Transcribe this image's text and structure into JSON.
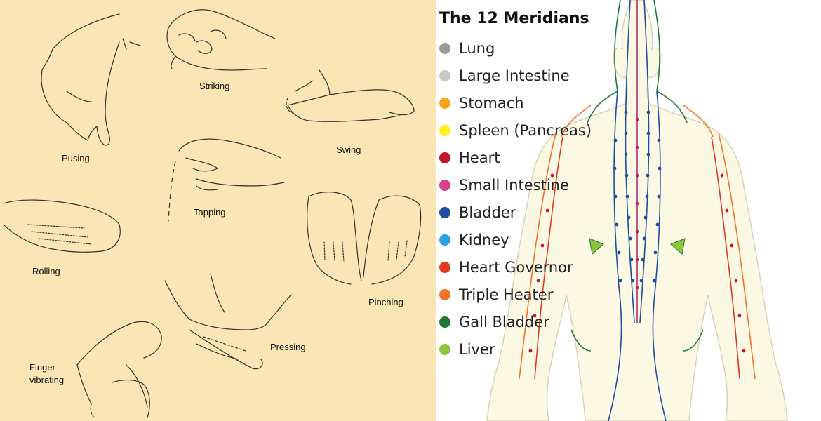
{
  "techniques": {
    "labels": {
      "pusing": "Pusing",
      "striking": "Striking",
      "swing": "Swing",
      "tapping": "Tapping",
      "rolling": "Rolling",
      "pinching": "Pinching",
      "pressing": "Pressing",
      "finger_vibrating_1": "Finger-",
      "finger_vibrating_2": "vibrating"
    },
    "background": "#fae6b4"
  },
  "meridians": {
    "title": "The 12 Meridians",
    "items": [
      {
        "label": "Lung",
        "color": "#9a9a9a"
      },
      {
        "label": "Large Intestine",
        "color": "#c8c8c0"
      },
      {
        "label": "Stomach",
        "color": "#f4a81c"
      },
      {
        "label": "Spleen (Pancreas)",
        "color": "#ffef1a"
      },
      {
        "label": "Heart",
        "color": "#c0182a"
      },
      {
        "label": "Small Intestine",
        "color": "#d8408a"
      },
      {
        "label": "Bladder",
        "color": "#1f4fa0"
      },
      {
        "label": "Kidney",
        "color": "#2ea0dc"
      },
      {
        "label": "Heart Governor",
        "color": "#e23a20"
      },
      {
        "label": "Triple Heater",
        "color": "#f27424"
      },
      {
        "label": "Gall Bladder",
        "color": "#1e7a36"
      },
      {
        "label": "Liver",
        "color": "#8cc63e"
      }
    ]
  }
}
